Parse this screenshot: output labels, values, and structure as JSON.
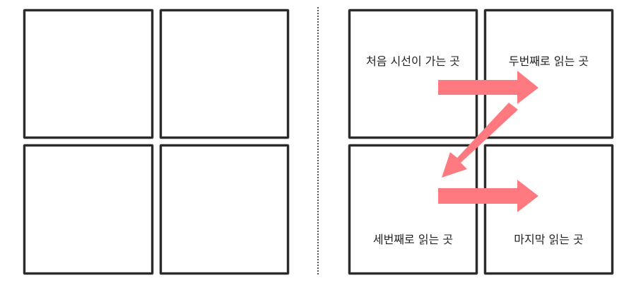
{
  "right_panels": {
    "first_label": "처음 시선이 가는 곳",
    "second_label": "두번째로 읽는 곳",
    "third_label": "세번째로 읽는 곳",
    "fourth_label": "마지막 읽는 곳"
  },
  "colors": {
    "arrow": "#ff7a80",
    "panel_border": "#2b2b2b"
  }
}
